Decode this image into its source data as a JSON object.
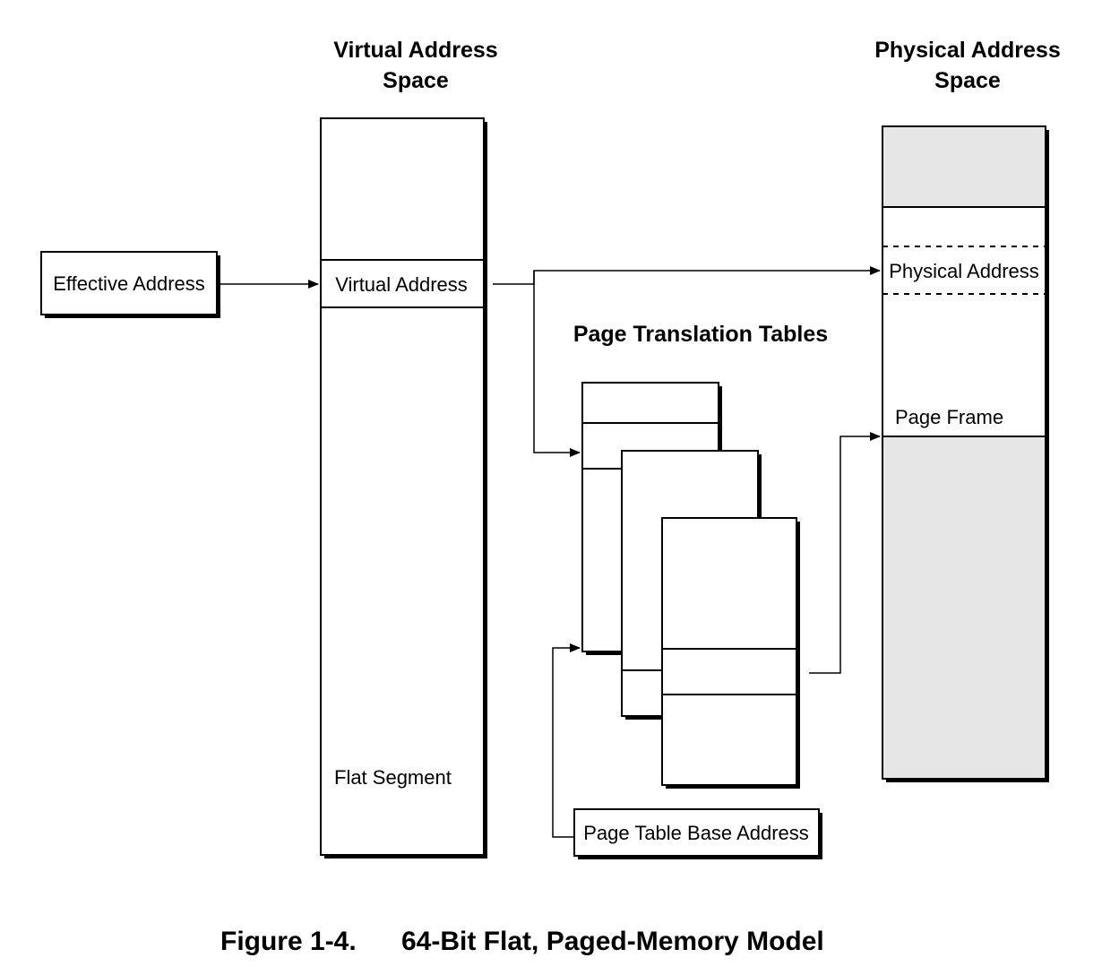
{
  "headers": {
    "virtual_line1": "Virtual Address",
    "virtual_line2": "Space",
    "physical_line1": "Physical Address",
    "physical_line2": "Space",
    "tables": "Page Translation Tables"
  },
  "labels": {
    "effective_address": "Effective Address",
    "virtual_address": "Virtual Address",
    "flat_segment": "Flat Segment",
    "physical_address": "Physical Address",
    "page_frame": "Page Frame",
    "page_table_base": "Page Table Base Address"
  },
  "caption": {
    "number": "Figure 1-4.",
    "title": "64-Bit Flat, Paged-Memory Model"
  },
  "colors": {
    "shaded_region": "#e6e6e6",
    "line": "#000000"
  }
}
